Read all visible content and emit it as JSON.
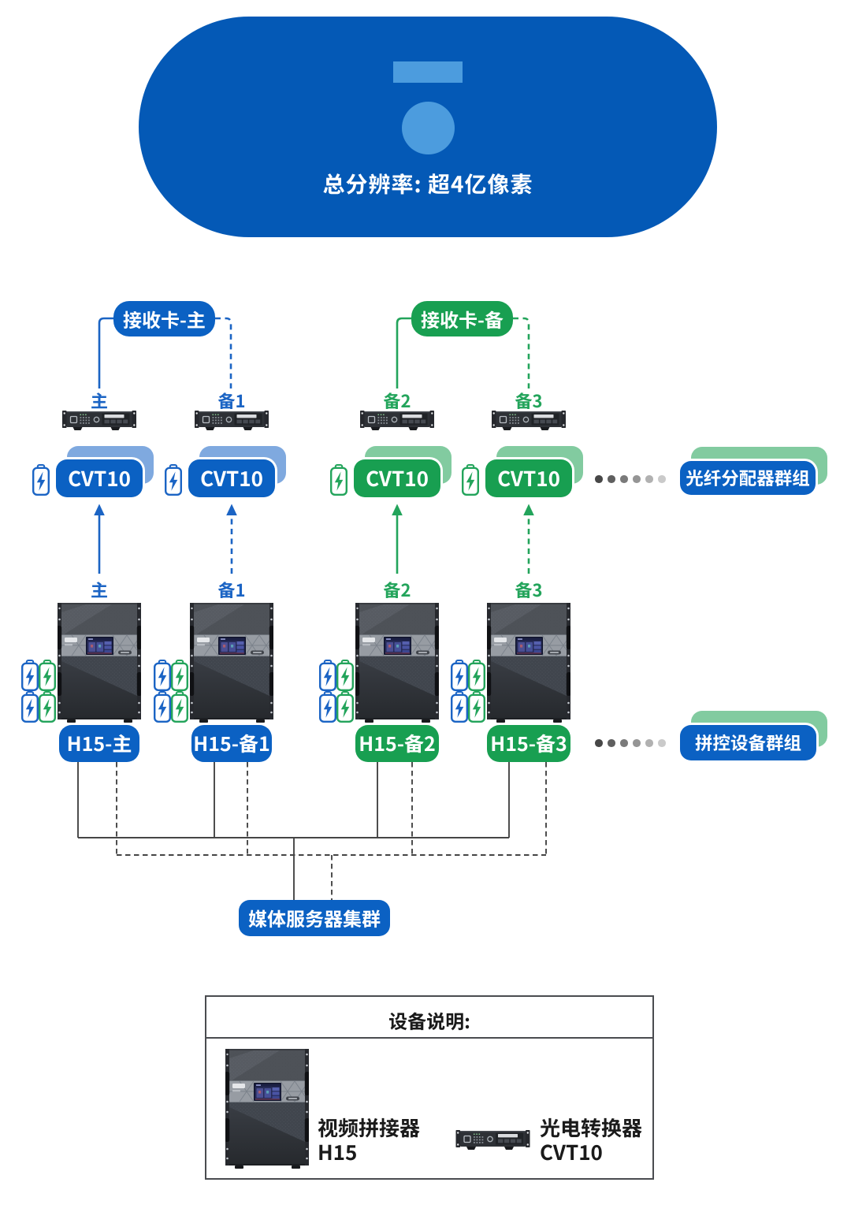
{
  "banner": {
    "title": "总分辨率: 超4亿像素"
  },
  "receiver_groups": {
    "main": "接收卡-主",
    "backup": "接收卡-备"
  },
  "columns": [
    {
      "id": "main",
      "port_label": "主",
      "cvt_label": "CVT10",
      "unit_label": "主",
      "h15_label": "H15-主",
      "color": "blue",
      "link": "solid"
    },
    {
      "id": "backup1",
      "port_label": "备1",
      "cvt_label": "CVT10",
      "unit_label": "备1",
      "h15_label": "H15-备1",
      "color": "blue",
      "link": "dashed"
    },
    {
      "id": "backup2",
      "port_label": "备2",
      "cvt_label": "CVT10",
      "unit_label": "备2",
      "h15_label": "H15-备2",
      "color": "green",
      "link": "solid"
    },
    {
      "id": "backup3",
      "port_label": "备3",
      "cvt_label": "CVT10",
      "unit_label": "备3",
      "h15_label": "H15-备3",
      "color": "green",
      "link": "dashed"
    }
  ],
  "fiber_group_label": "光纤分配器群组",
  "splicer_group_label": "拼控设备群组",
  "media_cluster_label": "媒体服务器集群",
  "legend": {
    "title": "设备说明:",
    "items": [
      {
        "name": "视频拼接器",
        "model": "H15"
      },
      {
        "name": "光电转换器",
        "model": "CVT10"
      }
    ]
  },
  "colors": {
    "banner_blue": "#0459B6",
    "icon_blue": "#4C9CDE",
    "pill_blue": "#0B61C3",
    "link_blue": "#1B64C4",
    "back_blue": "#7FA9DF",
    "pill_green": "#189F51",
    "link_green": "#23A45B",
    "back_green": "#82CBA0",
    "wire_gray": "#454545",
    "legend_border": "#4A4C50",
    "text_dark": "#1A1A1A",
    "dots": [
      "#474747",
      "#5f5f5f",
      "#7a7a7a",
      "#959595",
      "#b1b1b1",
      "#cacaca"
    ]
  }
}
